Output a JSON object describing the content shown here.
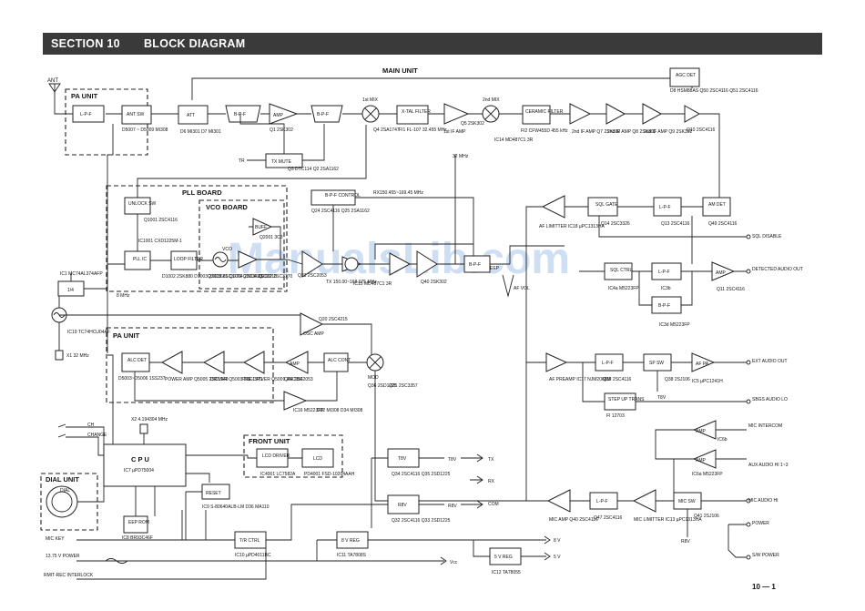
{
  "header": {
    "section": "SECTION 10",
    "title": "BLOCK DIAGRAM"
  },
  "watermark": "ManualsLib.com",
  "page_number": "10 — 1",
  "units": {
    "main": "MAIN UNIT",
    "pa_top": "PA UNIT",
    "pll": "PLL BOARD",
    "vco": "VCO BOARD",
    "pa": "PA UNIT",
    "front": "FRONT UNIT",
    "dial": "DIAL UNIT"
  },
  "blocks": {
    "ant": "ANT",
    "lpf_pa": "L-P-F",
    "ant_sw": "ANT SW",
    "att": "ATT",
    "bpf1": "B-P-F",
    "amp_rf": "AMP",
    "bpf2": "B-P-F",
    "xtal": "X-TAL FILTER",
    "ceramic": "CERAMIC FILTER",
    "agc_det": "AGC DET",
    "tx_mute": "TX MUTE",
    "unlock": "UNLOCK SW",
    "pll_ic": "PLL IC",
    "loop": "LOOP FILTER",
    "vco": "VCO",
    "buff": "BUFF",
    "div": "1/4",
    "bpf_ctrl": "B-P-F CONTROL",
    "sql_gate": "SQL GATE",
    "lpf_sql": "L-P-F",
    "am_det": "AM DET",
    "sql_ctrl": "SQL CTRL",
    "lpf_sql2": "L-P-F",
    "bpf_sql": "B-P-F",
    "amp_det": "AMP",
    "bpf_main": "B-P-F",
    "alc_det": "ALC DET",
    "alc_cont": "ALC CONT",
    "amp_mod": "AMP",
    "lpf_af": "L-P-F",
    "sp_sw": "SP SW",
    "amp_sp": "AF PA",
    "step_up": "STEP UP TRANS",
    "cpu": "C P U",
    "cpu_ic": "IC7 µPD75004",
    "eep": "EEP ROM",
    "lcd_drv": "LCD DRIVER",
    "lcd": "LCD",
    "t8v": "T8V",
    "r8v": "R8V",
    "v8_reg": "8 V REG",
    "v5_reg": "5 V REG",
    "tr_ctrl": "T/R CTRL",
    "lpf_mic": "L-P-F",
    "mic_sw": "MIC SW",
    "reset": "RESET"
  },
  "parts": {
    "pa_diodes": "D5007 ~ D5009 MI308",
    "att": "D6 MI301 D7 MI301",
    "q1": "Q1 2SK302",
    "q4": "Q4 2SA1747",
    "first_mix": "1st MIX",
    "fi1": "FI1 FL-107 32.455 MHz",
    "q5": "Q5 2SK302",
    "first_if": "1st IF AMP",
    "second_mix": "2nd MIX",
    "ic14": "IC14 MD487C1 3R",
    "fi2": "FI2 CFW455D 455 kHz",
    "q7": "2nd IF AMP Q7 2SK302",
    "q8": "2nd IF AMP Q8 2SK302",
    "q9": "2nd IF AMP Q9 2SK302",
    "q10": "Q10 2SC4116",
    "agc": "D8 HSM88AS Q50 2SC4116 Q51 2SC4116",
    "tr": "TR",
    "q3": "Q3 DTC114 Q2 2SA1162",
    "mhz32": "32 MHz",
    "q1001": "Q1001 2SC4116",
    "ic1001": "IC1001 CXD1225M-1",
    "loop_parts": "D1002 2SK880 D1003 2SC3661 Q1004 2SC3661",
    "vco_parts": "Q2003 2SC3770 Q2004 2SC2210",
    "q2002": "Q2002 2SC3770",
    "q2001": "Q2001 3C3",
    "ic1": "IC1 MC74AL374AFP",
    "mhz8": "8 MHz",
    "ic19": "IC19 TC74HCU04AF",
    "x1": "X1 32 MHz",
    "rx_tx": "RX150.455~169.45 MHz",
    "q24": "Q24 2SC4116 Q25 2SA1162",
    "q23": "Q23 2SC2053",
    "tx_freq": "TX 150.00~168.075 MHz",
    "ic15": "IC15 MD487C1 3R",
    "q40": "Q40 2SK302",
    "eep": "EEP",
    "af_vol": "AF VOL",
    "q20": "Q20 2SC4215",
    "osc_amp": "OSC AMP",
    "af_limiter": "AF LIMITTER IC18 µPC1313HA",
    "q14": "Q14 2SC3326",
    "q13": "Q13 2SC4116",
    "q49": "Q49 2SC4116",
    "sql_disable": "SQL DISABLE",
    "ic4a": "IC4a M5223FP",
    "ic3b": "IC3b",
    "ic3d": "IC3d M5223FP",
    "q11": "Q11 2SC4116",
    "det_audio": "DETECTED AUDIO OUT",
    "pa_d": "D5003~D5006 1SS237",
    "q5005": "POWER AMP Q5005 2SC1946",
    "q5003": "DRIVER Q5003 2SC1971",
    "q5009": "PRE-DRIVER Q5009 2SC954",
    "q44": "Q44 2SC2053",
    "ic16": "IC16 M5223FP",
    "d32": "D32 MI308 D34 MI308",
    "mod": "MOD",
    "q36": "Q36 2SD1225",
    "q31": "Q31 2SC3357",
    "af_preamp": "AF PREAMP IC17 NJM2068M",
    "q39": "Q39 2SC4116",
    "q38": "Q38 2SJ106",
    "ic5": "IC5 µPC1241H",
    "ext_audio": "EXT AUDIO OUT",
    "t8v_label": "T8V",
    "sbgs": "SBGS AUDIO LO",
    "fi": "FI 12703",
    "ch": "CH",
    "change": "CHANGE",
    "x2": "X2 4.194304 MHz",
    "mic_intercom": "MIC INTERCOM",
    "ic6b": "IC6b",
    "ic6a": "IC6a M5223FP",
    "aux": "AUX AUDIO HI 1~3",
    "dial": "DIAL",
    "ic9": "IC9 S-80640ALB-LM D36 MA110",
    "ic8": "IC8 BR93C46F",
    "ic4001": "IC4001 LC7582A",
    "pd4001": "PD4001 FSD-10204AAH",
    "q34": "Q34 2SC4116 Q35 2SD1225",
    "q32": "Q32 2SC4116 Q33 2SD1225",
    "com": "COM",
    "rx": "RX",
    "tx": "TX",
    "t8v_out": "T8V",
    "r8v_out": "R8V",
    "mic_amp": "MIC AMP Q40 2SC4116",
    "q47": "Q47 2SC4116",
    "mic_lim": "MIC LIMITTER IC13 µPC1313HA",
    "q41": "Q41 2SJ106",
    "r8v": "R8V",
    "mic_audio_hi": "MIC AUDIO HI",
    "power": "POWER",
    "sw_power": "S/W POWER",
    "mic_key": "MIC KEY",
    "ic10": "IC10 µPD4011BC",
    "power_13": "13.75 V POWER",
    "rmit_rec": "RMIT-REC INTERLOCK",
    "ic11": "IC11 TA7808S",
    "ic12": "IC12 TA78055",
    "v8": "8 V",
    "v5": "5 V",
    "vcc": "Vcc"
  }
}
